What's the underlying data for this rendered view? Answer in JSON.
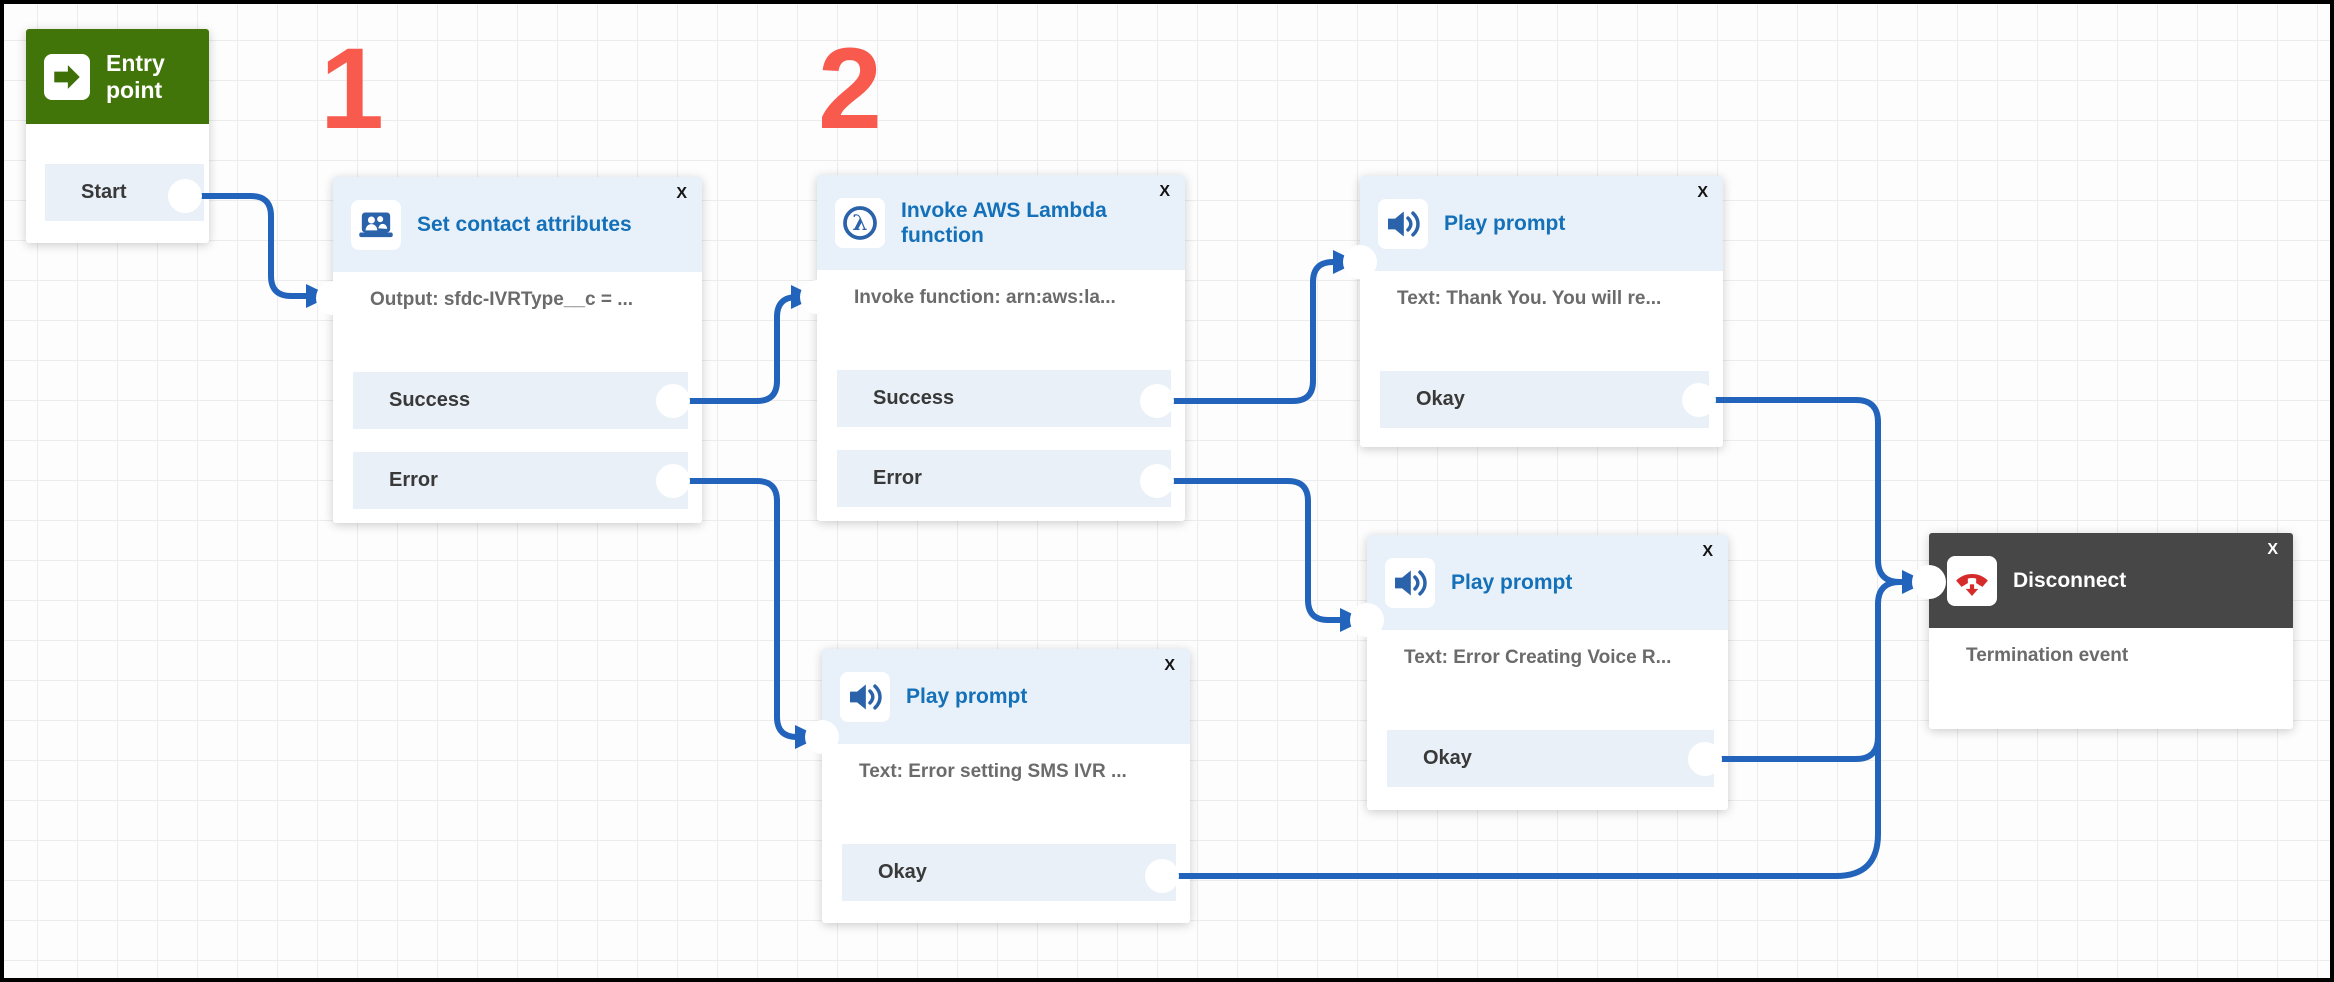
{
  "canvas": {
    "step_labels": {
      "one": "1",
      "two": "2"
    }
  },
  "entry": {
    "title": "Entry point",
    "output_label": "Start"
  },
  "blocks": {
    "set_contact": {
      "title": "Set contact attributes",
      "close": "X",
      "summary": "Output: sfdc-IVRType__c = ...",
      "outputs": {
        "success": "Success",
        "error": "Error"
      }
    },
    "lambda": {
      "title": "Invoke AWS Lambda function",
      "close": "X",
      "summary": "Invoke function: arn:aws:la...",
      "outputs": {
        "success": "Success",
        "error": "Error"
      }
    },
    "play_thankyou": {
      "title": "Play prompt",
      "close": "X",
      "summary": "Text: Thank You. You will re...",
      "outputs": {
        "okay": "Okay"
      }
    },
    "play_error_voice": {
      "title": "Play prompt",
      "close": "X",
      "summary": "Text: Error Creating Voice R...",
      "outputs": {
        "okay": "Okay"
      }
    },
    "play_error_sms": {
      "title": "Play prompt",
      "close": "X",
      "summary": "Text: Error setting SMS IVR ...",
      "outputs": {
        "okay": "Okay"
      }
    },
    "disconnect": {
      "title": "Disconnect",
      "close": "X",
      "summary": "Termination event"
    }
  },
  "colors": {
    "wire_blue": "#2264bb",
    "title_blue": "#1470b8",
    "icon_blue": "#2b63aa",
    "header_light_blue": "#e8f1f9",
    "row_light_blue": "#e9f0f8",
    "entry_green": "#41750a",
    "disconnect_header_gray": "#474747",
    "disconnect_red": "#d62b2b",
    "step_number_red": "#f85a4e"
  }
}
